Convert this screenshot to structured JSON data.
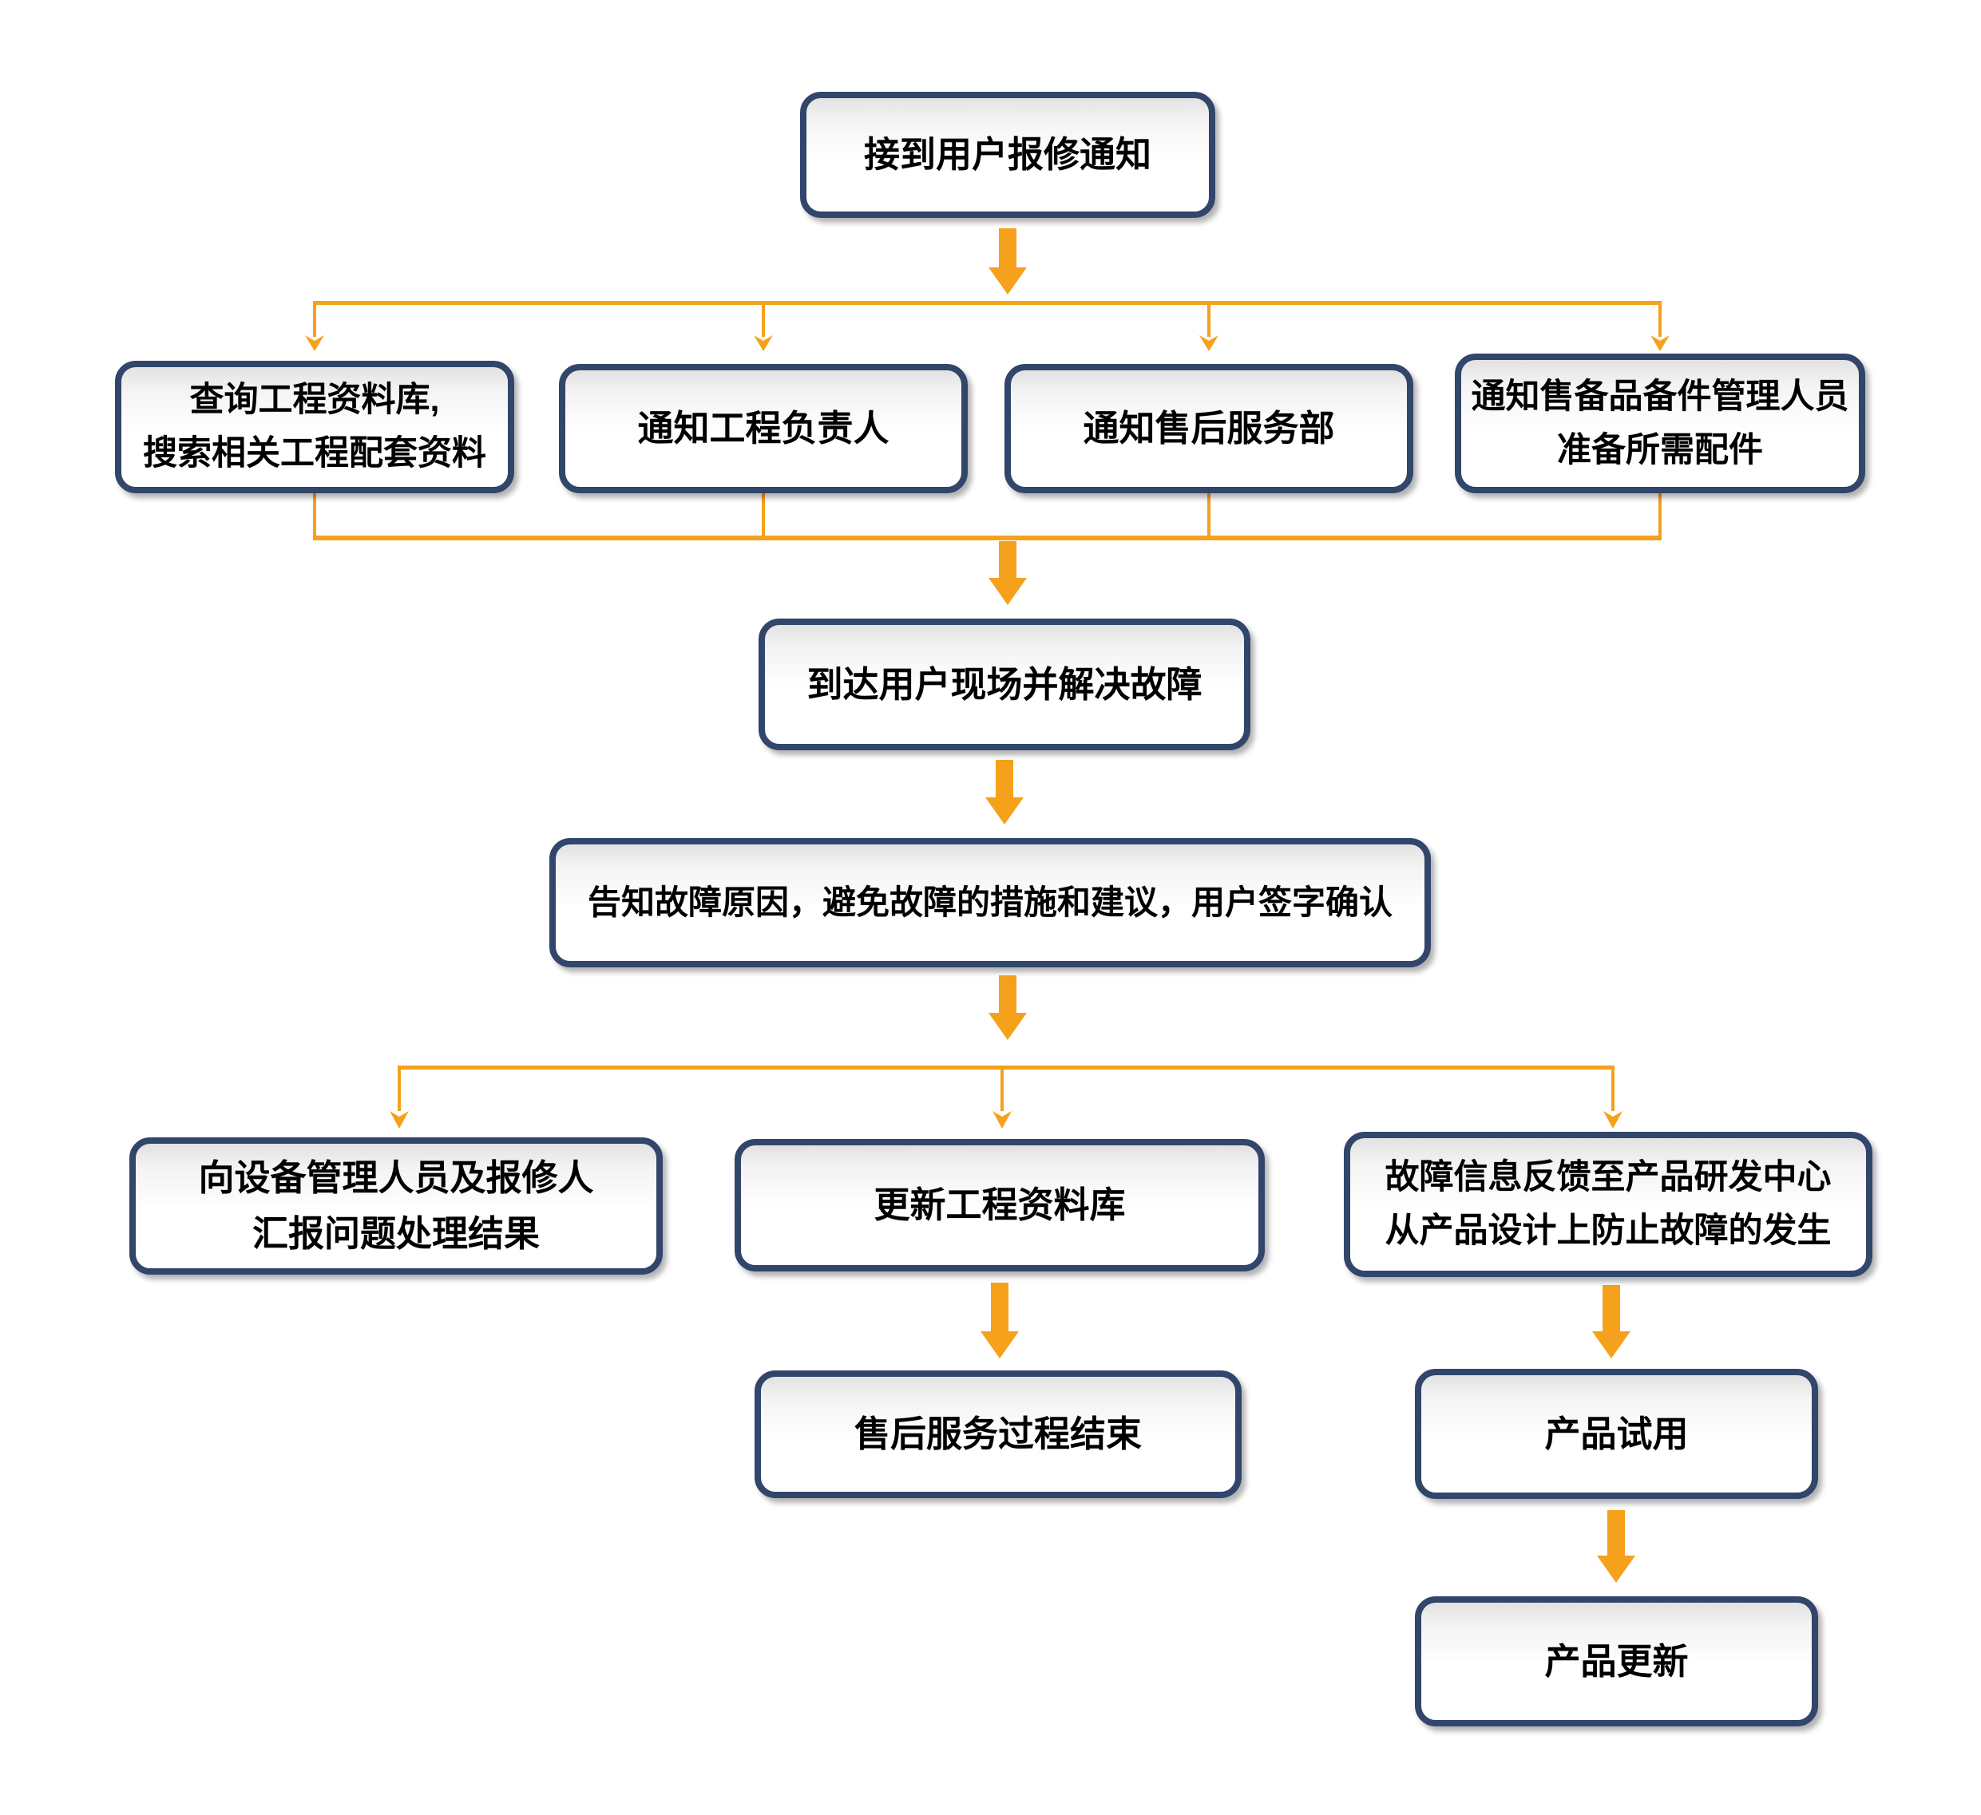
{
  "colors": {
    "box_border": "#32456b",
    "arrow": "#f5a11c",
    "box_fill_top": "#e2e2e2",
    "box_fill": "#ffffff",
    "text": "#000000"
  },
  "nodes": {
    "receive_notice": {
      "label": "接到用户报修通知"
    },
    "query_database": {
      "label": "查询工程资料库,\n搜索相关工程配套资料"
    },
    "notify_engineer": {
      "label": "通知工程负责人"
    },
    "notify_service_dept": {
      "label": "通知售后服务部"
    },
    "notify_parts_manager": {
      "label": "通知售备品备件管理人员\n准备所需配件"
    },
    "arrive_and_fix": {
      "label": "到达用户现场并解决故障"
    },
    "inform_and_sign": {
      "label": "告知故障原因，避免故障的措施和建议，用户签字确认"
    },
    "report_results": {
      "label": "向设备管理人员及报修人\n汇报问题处理结果"
    },
    "update_database": {
      "label": "更新工程资料库"
    },
    "feedback_rd": {
      "label": "故障信息反馈至产品研发中心\n从产品设计上防止故障的发生"
    },
    "service_end": {
      "label": "售后服务过程结束"
    },
    "product_trial": {
      "label": "产品试用"
    },
    "product_update": {
      "label": "产品更新"
    }
  }
}
